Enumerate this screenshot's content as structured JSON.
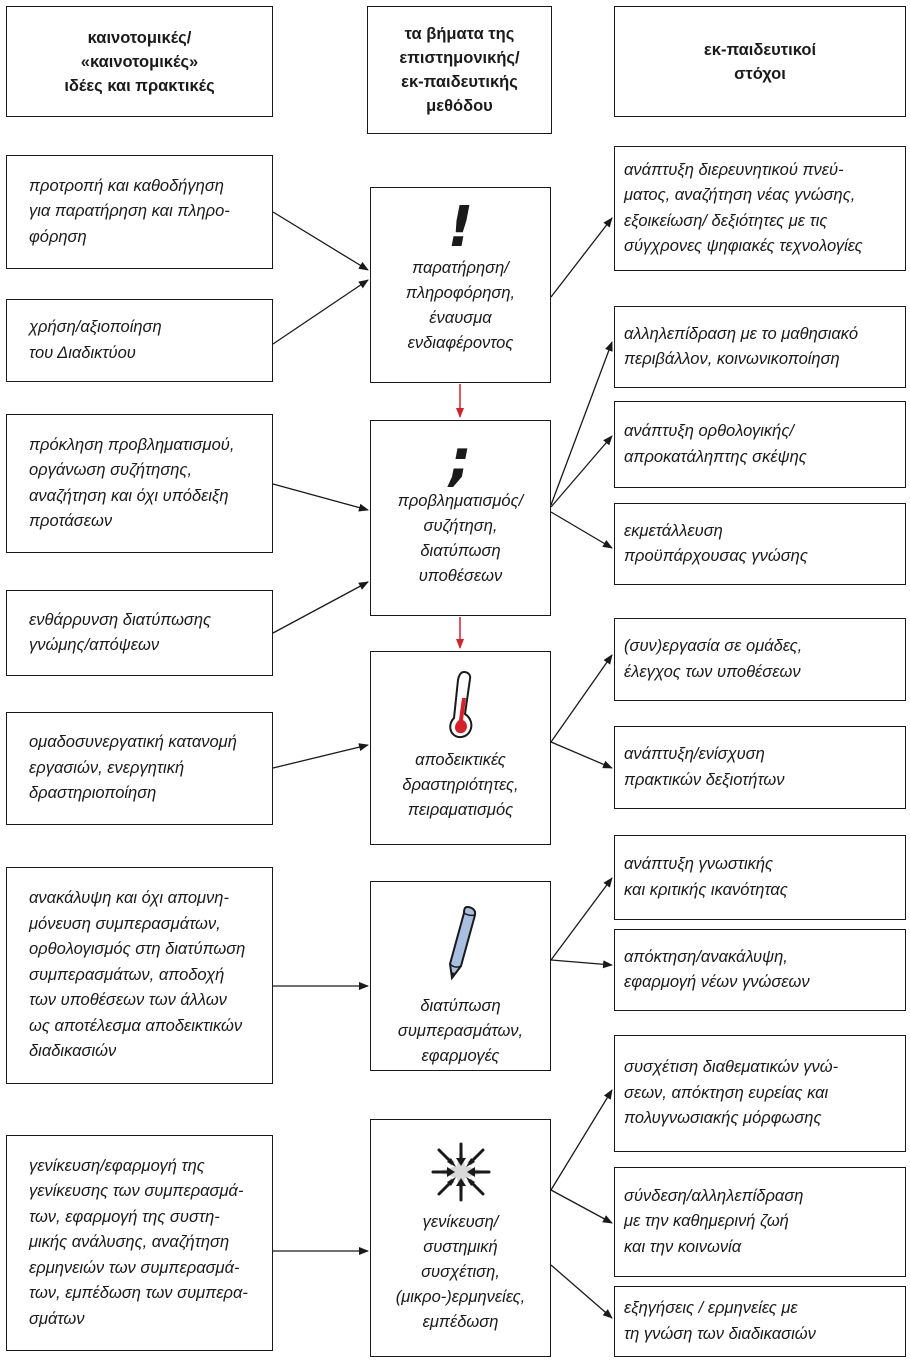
{
  "headers": {
    "left": "καινοτομικές/\n«καινοτομικές»\nιδέες και πρακτικές",
    "middle": "τα βήματα της\nεπιστημονικής/\nεκ-παιδευτικής\nμεθόδου",
    "right": "εκ-παιδευτικοί\nστόχοι"
  },
  "left_boxes": [
    "προτροπή και καθοδήγηση\nγια παρατήρηση και πληρο-\nφόρηση",
    "χρήση/αξιοποίηση\nτου Διαδικτύου",
    "πρόκληση προβληματισμού,\nοργάνωση συζήτησης,\nαναζήτηση και όχι υπόδειξη\nπροτάσεων",
    "ενθάρρυνση διατύπωσης\nγνώμης/απόψεων",
    "ομαδοσυνεργατική κατανομή\nεργασιών, ενεργητική\nδραστηριοποίηση",
    "ανακάλυψη και όχι απομνη-\nμόνευση συμπερασμάτων,\nορθολογισμός στη διατύπωση\nσυμπερασμάτων, αποδοχή\nτων υποθέσεων των άλλων\nως αποτέλεσμα αποδεικτικών\nδιαδικασιών",
    "γενίκευση/εφαρμογή της\nγενίκευσης των συμπερασμά-\nτων, εφαρμογή της συστη-\nμικής ανάλυσης, αναζήτηση\nερμηνειών των συμπερασμά-\nτων, εμπέδωση των συμπερα-\nσμάτων"
  ],
  "steps": [
    {
      "icon": "exclamation-icon",
      "glyph": "!",
      "text": "παρατήρηση/\nπληροφόρηση,\nέναυσμα\nενδιαφέροντος"
    },
    {
      "icon": "semicolon-icon",
      "glyph": ";",
      "text": "προβληματισμός/\nσυζήτηση,\nδιατύπωση\nυποθέσεων"
    },
    {
      "icon": "thermometer-icon",
      "text": "αποδεικτικές\nδραστηριότητες,\nπειραματισμός"
    },
    {
      "icon": "pencil-icon",
      "text": "διατύπωση\nσυμπερασμάτων,\nεφαρμογές"
    },
    {
      "icon": "converging-arrows-icon",
      "text": "γενίκευση/\nσυστημική\nσυσχέτιση,\n(μικρο-)ερμηνείες,\nεμπέδωση"
    }
  ],
  "right_boxes": [
    "ανάπτυξη διερευνητικού πνεύ-\nματος, αναζήτηση νέας γνώσης,\nεξοικείωση/ δεξιότητες με τις\nσύγχρονες ψηφιακές τεχνολογίες",
    "αλληλεπίδραση με το μαθησιακό\nπεριβάλλον, κοινωνικοποίηση",
    "ανάπτυξη ορθολογικής/\nαπροκατάληπτης σκέψης",
    "εκμετάλλευση\nπροϋπάρχουσας γνώσης",
    "(συν)εργασία σε ομάδες,\nέλεγχος των υποθέσεων",
    "ανάπτυξη/ενίσχυση\nπρακτικών δεξιοτήτων",
    "ανάπτυξη γνωστικής\nκαι κριτικής ικανότητας",
    "απόκτηση/ανακάλυψη,\nεφαρμογή νέων γνώσεων",
    "συσχέτιση διαθεματικών γνώ-\nσεων, απόκτηση ευρείας και\nπολυγνωσιακής μόρφωσης",
    "σύνδεση/αλληλεπίδραση\nμε την καθημερινή ζωή\nκαι την κοινωνία",
    "εξηγήσεις / ερμηνείες με\nτη γνώση των διαδικασιών"
  ],
  "colors": {
    "flow_arrow": "#d6202a",
    "connector": "#1a1a1a",
    "thermometer": "#d6202a",
    "pencil": "#a9bfe0"
  }
}
